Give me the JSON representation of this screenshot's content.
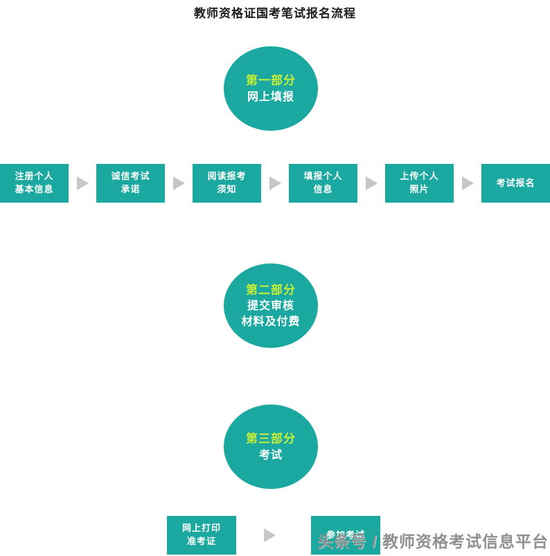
{
  "title": "教师资格证国考笔试报名流程",
  "colors": {
    "teal": "#1aa8a0",
    "part_label_yellow": "#c4ee38",
    "arrow_gray": "#c6c6c6",
    "watermark_gray": "#8f8f8f"
  },
  "part1": {
    "label": "第一部分",
    "sublabel": "网上填报",
    "steps": [
      {
        "lines": [
          "注册个人",
          "基本信息"
        ]
      },
      {
        "lines": [
          "诚信考试",
          "承诺"
        ]
      },
      {
        "lines": [
          "阅读报考",
          "须知"
        ]
      },
      {
        "lines": [
          "填报个人",
          "信息"
        ]
      },
      {
        "lines": [
          "上传个人",
          "照片"
        ]
      },
      {
        "lines": [
          "考试报名",
          ""
        ]
      }
    ]
  },
  "part2": {
    "label": "第二部分",
    "sublines": [
      "提交审核",
      "材料及付费"
    ]
  },
  "part3": {
    "label": "第三部分",
    "sublabel": "考试",
    "steps": [
      {
        "lines": [
          "网上打印",
          "准考证"
        ]
      },
      {
        "lines": [
          "参加考试",
          ""
        ]
      }
    ]
  },
  "watermark": "头条号 / 教师资格考试信息平台"
}
